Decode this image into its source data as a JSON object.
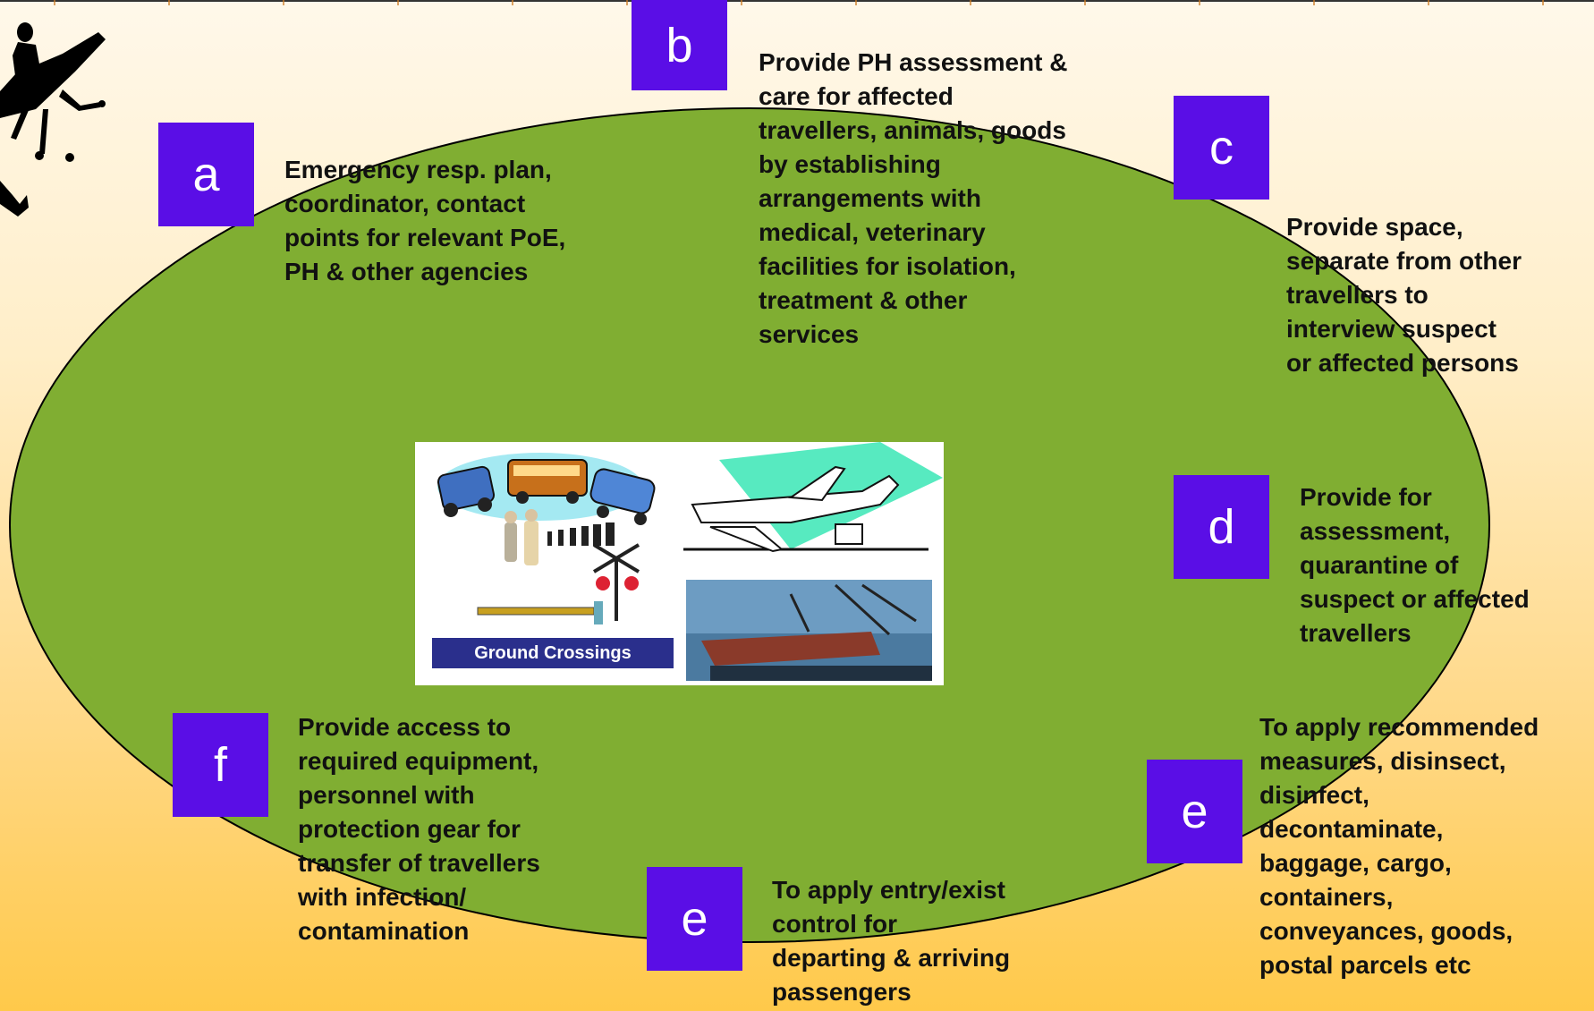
{
  "boxes": {
    "a": "a",
    "b": "b",
    "c": "c",
    "d": "d",
    "e1": "e",
    "e2": "e",
    "f": "f"
  },
  "texts": {
    "a": "Emergency resp. plan,\ncoordinator, contact\npoints for relevant PoE,\nPH & other agencies",
    "b": "Provide PH assessment &\ncare for affected\ntravellers, animals, goods\nby establishing\narrangements with\nmedical, veterinary\nfacilities for isolation,\ntreatment & other\nservices",
    "c": "Provide space,\nseparate from other\ntravellers to\ninterview suspect\nor affected persons",
    "d": "Provide for\nassessment,\nquarantine of\nsuspect or affected\ntravellers",
    "e_right": "To apply recommended\nmeasures, disinsect,\ndisinfect,\ndecontaminate,\nbaggage, cargo,\ncontainers,\nconveyances, goods,\npostal parcels etc",
    "e_bottom": "To apply entry/exist\ncontrol for\ndeparting & arriving\npassengers",
    "f": "Provide access to\nrequired equipment,\npersonnel with\nprotection gear for\ntransfer of travellers\nwith infection/\ncontamination"
  },
  "center_image": {
    "ground_crossings_label": "Ground Crossings"
  },
  "colors": {
    "ellipse_fill": "#80ae32",
    "label_box": "#5a0ee6",
    "text": "#111111"
  }
}
